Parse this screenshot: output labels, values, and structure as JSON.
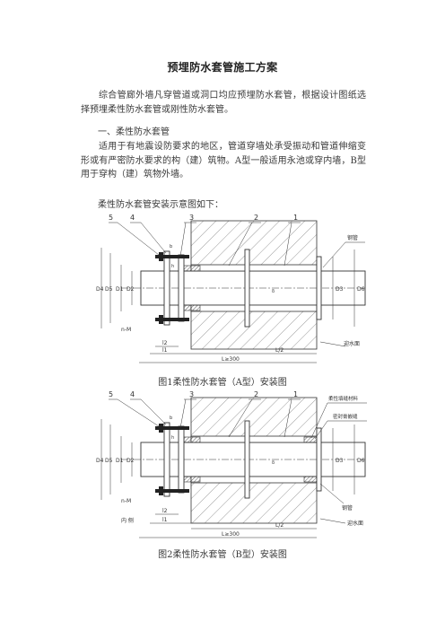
{
  "document": {
    "title": "预埋防水套管施工方案",
    "intro": "综合管廊外墙凡穿管道或洞口均应预埋防水套管，根据设计图纸选择预埋柔性防水套管或刚性防水套管。",
    "section1_heading": "一、柔性防水套管",
    "section1_text": "适用于有地震设防要求的地区，管道穿墙处承受振动和管道伸缩变形或有严密防水要求的构（建）筑物。A型一般适用永池或穿内墙，B型用于穿构（建）筑物外墙。",
    "figure_intro": "柔性防水套管安装示意图如下：",
    "figure1": {
      "caption": "图1柔性防水套管（A型）安装图",
      "numbers": [
        "5",
        "4",
        "3",
        "2",
        "1"
      ],
      "labels": {
        "pipe": "钢管",
        "water_face": "迎水面",
        "length": "L≥300",
        "half_length": "L/2",
        "bolt": "n-M",
        "l1": "l1",
        "l2": "l2",
        "s": "δ",
        "d_main": "D1",
        "d_inner": "D2",
        "d_pipe": "D3",
        "d_outer": "D4",
        "d_flange": "D5",
        "d_right": "D6",
        "w1": "b",
        "w2": "h"
      }
    },
    "figure2": {
      "caption": "图2柔性防水套管（B型）安装图",
      "numbers": [
        "5",
        "4",
        "3",
        "2",
        "1"
      ],
      "labels": {
        "flex_fill": "柔性填缝材料",
        "seal_paste": "密封膏嵌缝",
        "pipe": "钢管",
        "water_face": "迎水面",
        "inner_side": "内  侧",
        "length": "L≥300",
        "half_length": "L/2",
        "bolt": "n-M",
        "l1": "l1",
        "l2": "l2",
        "s": "δ",
        "d_main": "D1",
        "d_inner": "D2",
        "d_pipe": "D3",
        "d_outer": "D4",
        "d_flange": "D5",
        "d_right": "D6",
        "w1": "b",
        "w2": "h"
      }
    }
  }
}
